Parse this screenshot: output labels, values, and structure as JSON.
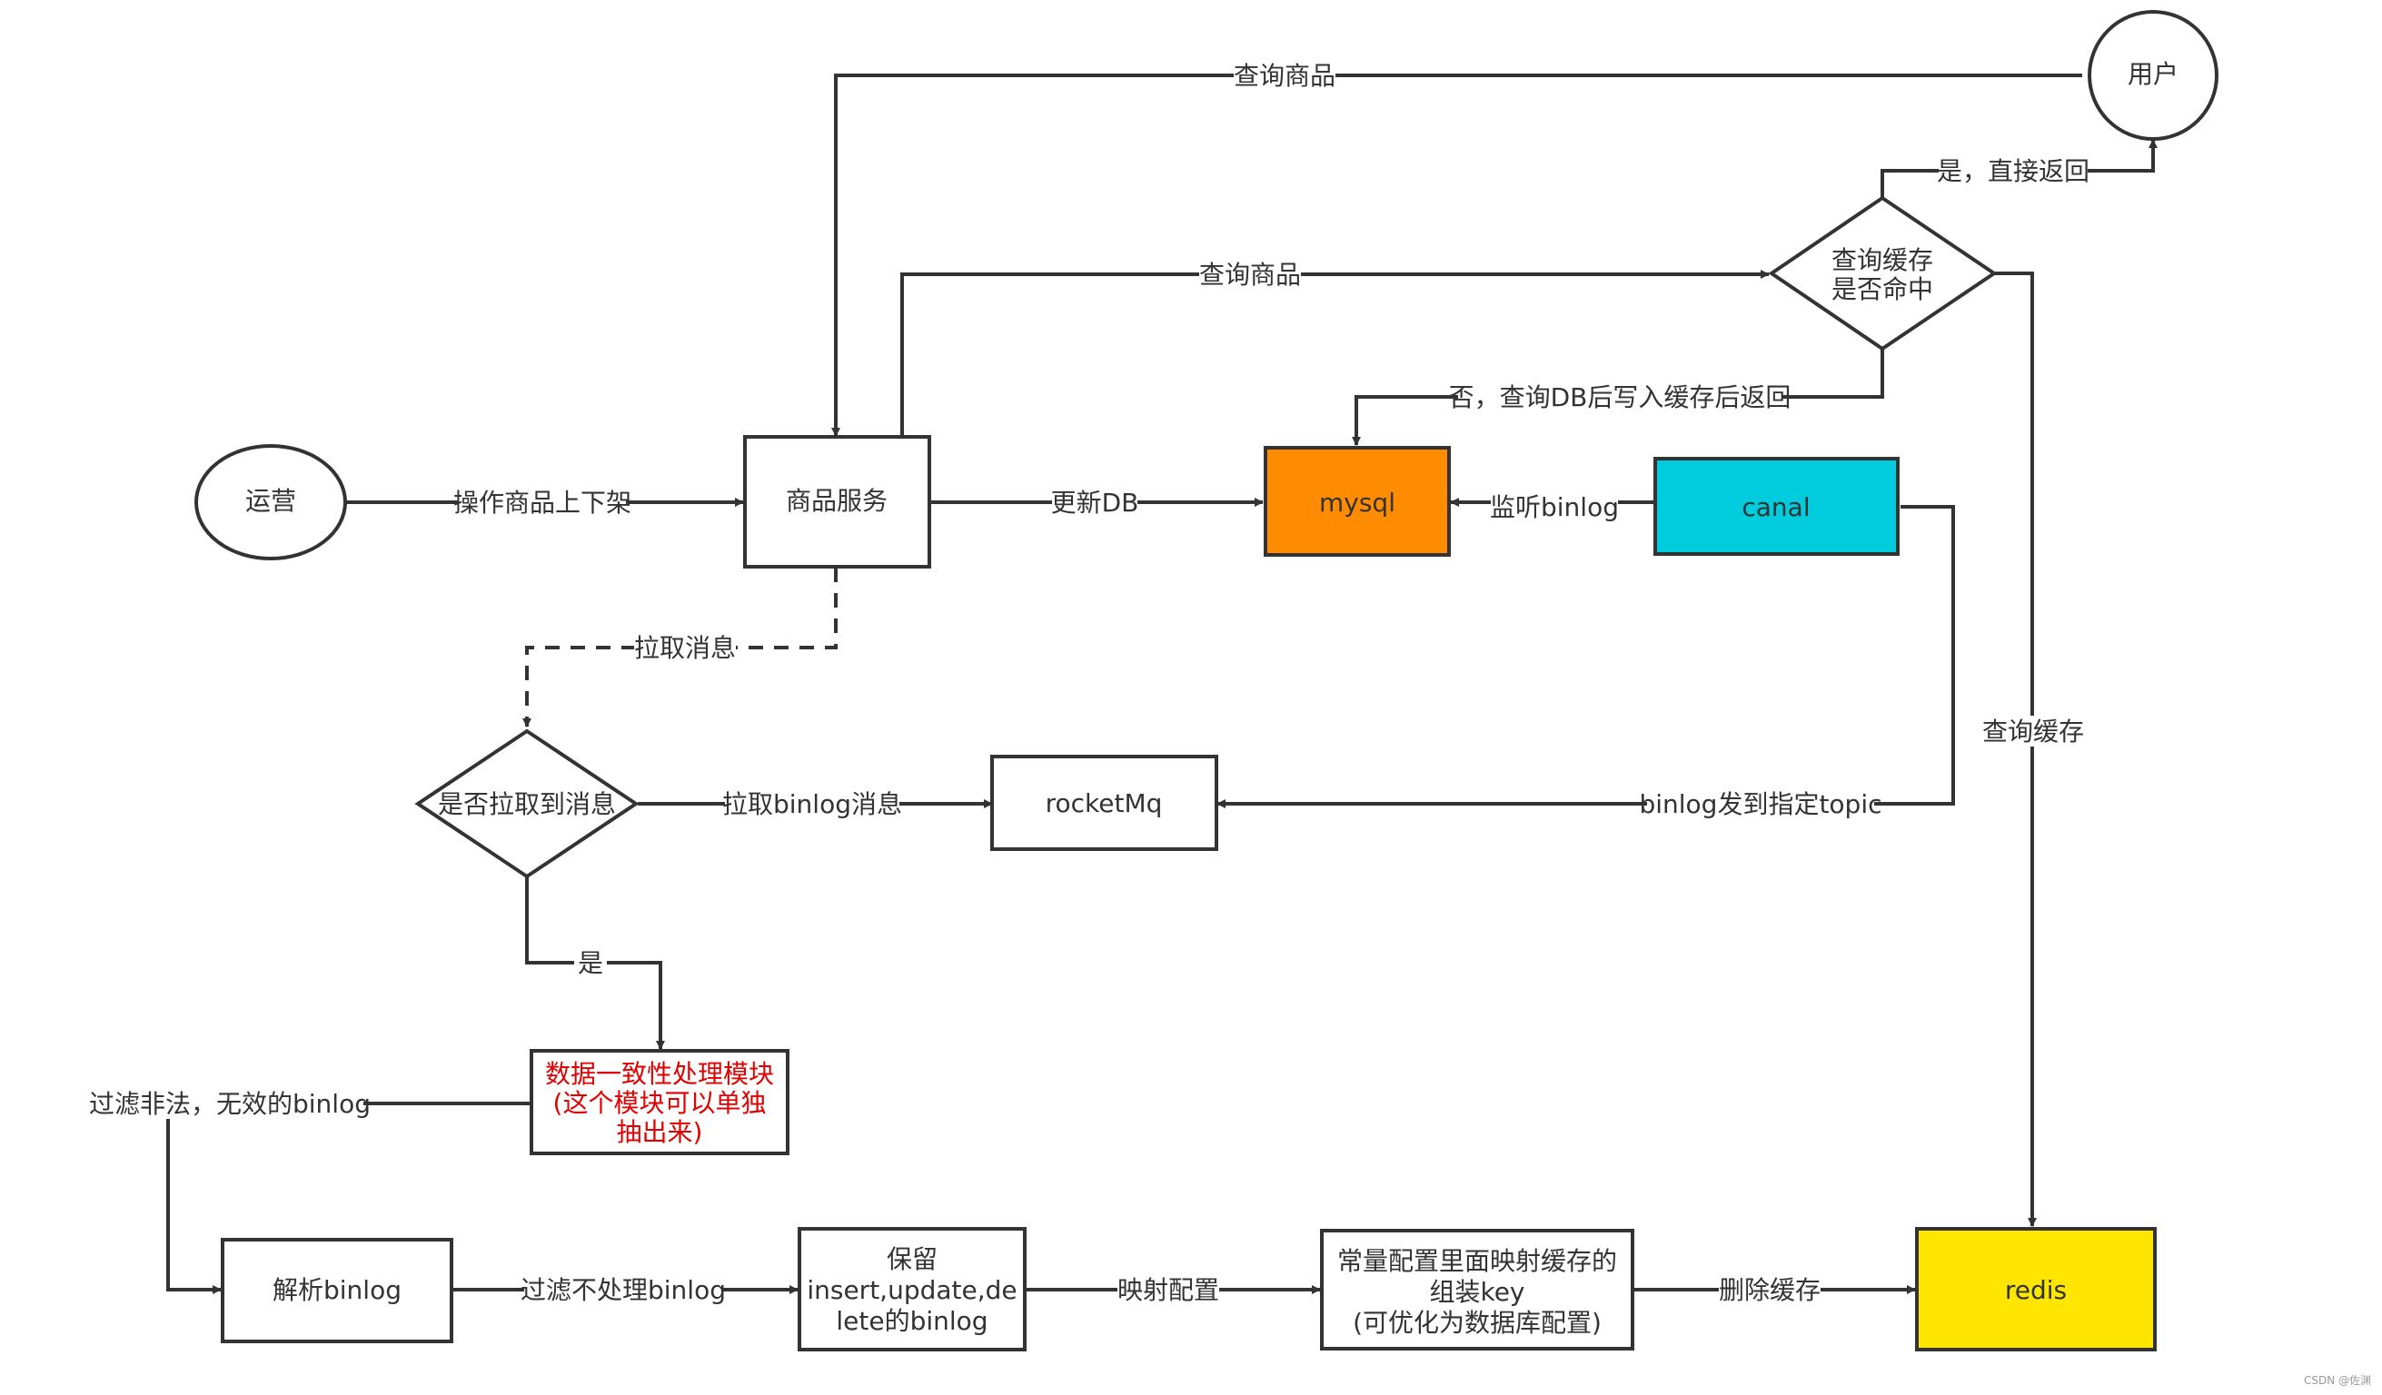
{
  "colors": {
    "line": "#333333",
    "mysql_fill": "#FF8C00",
    "canal_fill": "#00CCDD",
    "redis_fill": "#FFE600",
    "highlight_text": "#E00000"
  },
  "nodes": {
    "user": "用户",
    "ops": "运营",
    "product_service": "商品服务",
    "mysql": "mysql",
    "canal": "canal",
    "cache_hit_decision": [
      "查询缓存",
      "是否命中"
    ],
    "pull_decision": "是否拉取到消息",
    "rocketmq": "rocketMq",
    "consistency_module": [
      "数据一致性处理模块",
      "(这个模块可以单独",
      "抽出来)"
    ],
    "parse_binlog": "解析binlog",
    "keep_ops": [
      "保留",
      "insert,update,de",
      "lete的binlog"
    ],
    "key_assembly": [
      "常量配置里面映射缓存的",
      "组装key",
      "(可优化为数据库配置)"
    ],
    "redis": "redis"
  },
  "edges": {
    "query_product_top": "查询商品",
    "yes_return": "是，直接返回",
    "query_product_mid": "查询商品",
    "no_query_db": "否，查询DB后写入缓存后返回",
    "ops_shelf": "操作商品上下架",
    "update_db": "更新DB",
    "listen_binlog": "监听binlog",
    "pull_msg": "拉取消息",
    "query_cache": "查询缓存",
    "pull_binlog_msg": "拉取binlog消息",
    "binlog_topic": "binlog发到指定topic",
    "yes": "是",
    "filter_invalid": "过滤非法，无效的binlog",
    "filter_skip": "过滤不处理binlog",
    "map_config": "映射配置",
    "delete_cache": "删除缓存"
  },
  "watermark": "CSDN @佐渊"
}
